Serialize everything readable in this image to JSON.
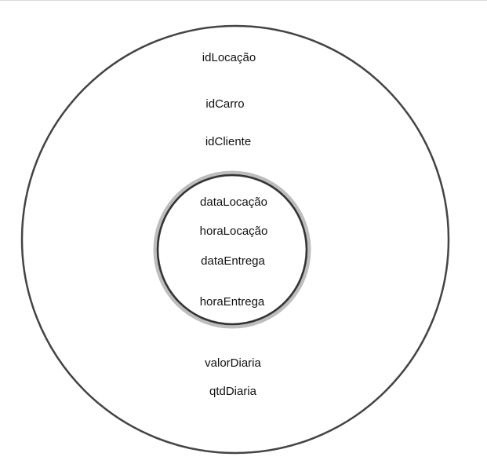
{
  "diagram": {
    "outer_labels_top": [
      "idLocação",
      "idCarro",
      "idCliente"
    ],
    "inner_labels": [
      "dataLocação",
      "horaLocação",
      "dataEntrega",
      "horaEntrega"
    ],
    "outer_labels_bottom": [
      "valorDiaria",
      "qtdDiaria"
    ],
    "colors": {
      "stroke": "#444444",
      "inner_halo": "#bdbdbd",
      "text": "#111111",
      "background": "#ffffff"
    }
  }
}
